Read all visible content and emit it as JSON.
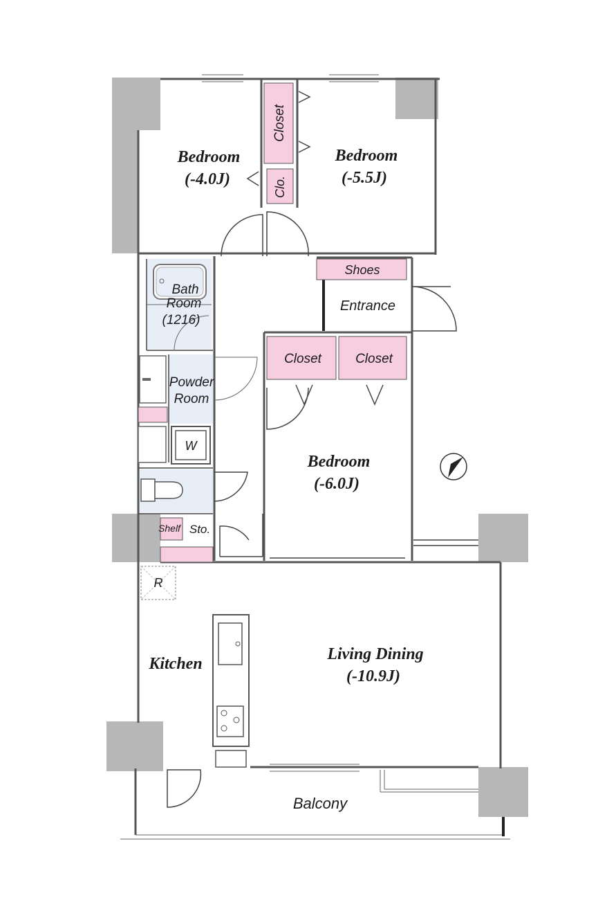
{
  "rooms": {
    "bedroom1": {
      "name": "Bedroom",
      "size": "(-4.0J)"
    },
    "bedroom2": {
      "name": "Bedroom",
      "size": "(-5.5J)"
    },
    "bedroom3": {
      "name": "Bedroom",
      "size": "(-6.0J)"
    },
    "living": {
      "name": "Living Dining",
      "size": "(-10.9J)"
    },
    "kitchen": {
      "name": "Kitchen"
    },
    "entrance": {
      "name": "Entrance"
    },
    "balcony": {
      "name": "Balcony"
    },
    "bath": {
      "line1": "Bath",
      "line2": "Room",
      "line3": "(1216)"
    },
    "powder": {
      "line1": "Powder",
      "line2": "Room"
    }
  },
  "storage": {
    "closet_vertical": "Closet",
    "clo": "Clo.",
    "shoes": "Shoes",
    "closet_a": "Closet",
    "closet_b": "Closet",
    "shelf": "Shelf",
    "sto": "Sto."
  },
  "fixtures": {
    "washer": "W",
    "fridge": "R"
  },
  "colors": {
    "storage": "#f7cde0",
    "wet_area": "#e7eef8",
    "structural": "#b7b7b7"
  }
}
